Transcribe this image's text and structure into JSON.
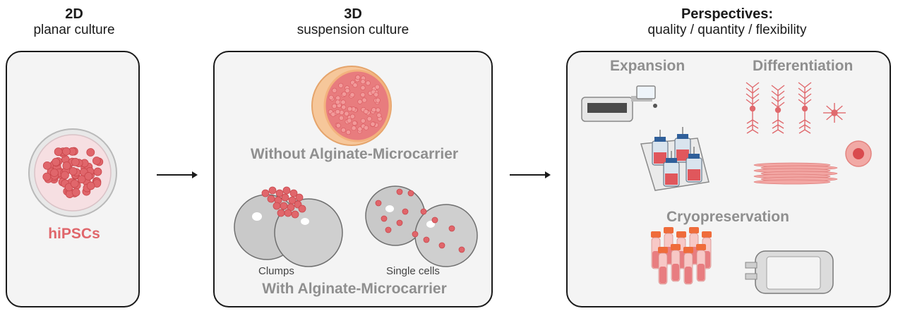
{
  "columns": [
    {
      "title": "2D",
      "subtitle": "planar culture"
    },
    {
      "title": "3D",
      "subtitle": "suspension culture"
    },
    {
      "title": "Perspectives:",
      "subtitle": "quality / quantity / flexibility"
    }
  ],
  "panel_2d": {
    "cell_label": "hiPSCs"
  },
  "panel_3d": {
    "without_label": "Without Alginate-Microcarrier",
    "clumps_label": "Clumps",
    "single_cells_label": "Single cells",
    "with_label": "With Alginate-Microcarrier"
  },
  "panel_perspectives": {
    "expansion_label": "Expansion",
    "differentiation_label": "Differentiation",
    "cryopreservation_label": "Cryopreservation"
  },
  "colors": {
    "cell_red": "#e0666b",
    "cell_light": "#f2a9a9",
    "bead_gray": "#c7c7c7",
    "label_gray": "#8f8f8f",
    "frame": "#1a1a1a"
  }
}
